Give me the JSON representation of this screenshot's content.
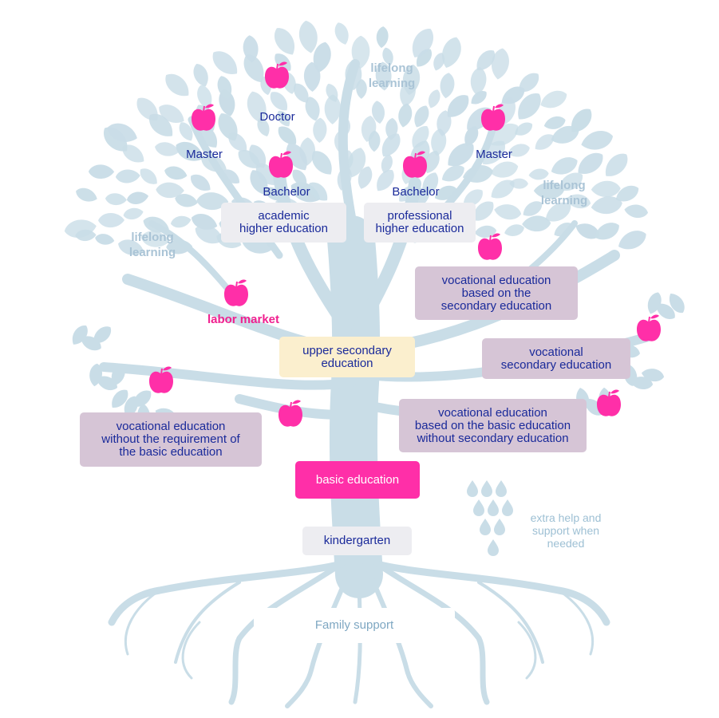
{
  "labels": {
    "doctor": "Doctor",
    "master_left": "Master",
    "master_right": "Master",
    "bachelor_left": "Bachelor",
    "bachelor_right": "Bachelor",
    "lifelong_top": [
      "lifelong",
      "learning"
    ],
    "lifelong_left": [
      "lifelong",
      "learning"
    ],
    "lifelong_right": [
      "lifelong",
      "learning"
    ],
    "labor_market": "labor market",
    "extra_help": [
      "extra help and",
      "support when",
      "needed"
    ]
  },
  "boxes": {
    "academic_higher": [
      "academic",
      "higher education"
    ],
    "professional_higher": [
      "professional",
      "higher education"
    ],
    "vocational_secondary_based": [
      "vocational education",
      "based on the",
      "secondary education"
    ],
    "upper_secondary": [
      "upper secondary",
      "education"
    ],
    "vocational_secondary": [
      "vocational",
      "secondary education"
    ],
    "vocational_basic_based": [
      "vocational education",
      "based on the basic education",
      "without secondary education"
    ],
    "vocational_without_basic": [
      "vocational education",
      "without the requirement of",
      "the basic education"
    ],
    "basic_education": "basic education",
    "kindergarten": "kindergarten",
    "family_support": "Family support"
  },
  "colors": {
    "tree": "#c9dde7",
    "apple": "#ff2fa8",
    "apple_leaf": "#ff2fa8",
    "text_blue": "#1a2a9a",
    "box_purple": "#d6c5d6",
    "box_grey": "#ededf1",
    "box_yellow": "#fbefce",
    "box_pink": "#ff2fa8",
    "pale_text": "#aac4d6"
  },
  "icons": [
    "tree-illustration",
    "apple-icon",
    "water-drop-icon"
  ]
}
